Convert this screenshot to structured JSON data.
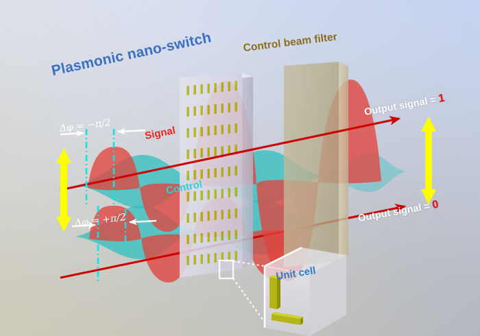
{
  "figure": {
    "title": "Plasmonic nano-switch",
    "filter_title": "Control beam filter",
    "unit_cell_label": "Unit cell",
    "signal_label": "Signal",
    "control_label": "Control",
    "phase_top": "Δφ = −π/2",
    "phase_bottom": "Δφ = +π/2",
    "output_top_text": "Output signal = ",
    "output_top_bit": "1",
    "output_bottom_text": "Output signal = ",
    "output_bottom_bit": "0"
  },
  "colors": {
    "title_blue": "#3b6fc0",
    "filter_gold": "#8a6d1c",
    "signal_red": "#e8251f",
    "control_cyan": "#2fd3d3",
    "output_white": "#ffffff",
    "bit_red": "#e8100f",
    "beam_arrow_red": "#cc0000",
    "polarization_yellow": "#ffff00",
    "nanorod_olive": "#b5b515",
    "metasurface_panel": "#d9d9e4",
    "filter_panel": "#bcb291",
    "dashdot_cyan": "#17e0e0",
    "bg_top_left": "#eef1f9",
    "bg_top_right": "#ccd7f0",
    "bg_bottom_left": "#ccc8b6",
    "bg_bottom_right": "#8f9198"
  },
  "chart_data": {
    "type": "diagram",
    "title": "Plasmonic nano-switch",
    "description": "Schematic of a plasmonic metasurface nano-switch: a signal wave (red) and a control wave (cyan) co-propagate through a nano-rod metasurface, then through a control beam filter, yielding a binary output.",
    "beams": [
      {
        "id": "upper",
        "phase_offset_label": "Δφ = −π/2",
        "output_label": "Output signal = 1",
        "output_bit": 1,
        "signal_color": "#e8251f",
        "control_color": "#2fd3d3"
      },
      {
        "id": "lower",
        "phase_offset_label": "Δφ = +π/2",
        "output_label": "Output signal = 0",
        "output_bit": 0,
        "signal_color": "#e8251f",
        "control_color": "#2fd3d3"
      }
    ],
    "components": [
      {
        "name": "metasurface",
        "label": "Plasmonic nano-switch",
        "rods_cols": 8,
        "rods_rows": 9
      },
      {
        "name": "filter",
        "label": "Control beam filter"
      },
      {
        "name": "unit-cell-inset",
        "label": "Unit cell",
        "rods": 2
      }
    ],
    "polarization_markers": [
      {
        "position": "left",
        "type": "double-headed-vertical-arrow",
        "color": "#ffff00"
      },
      {
        "position": "right",
        "type": "double-headed-vertical-arrow",
        "color": "#ffff00"
      }
    ]
  }
}
